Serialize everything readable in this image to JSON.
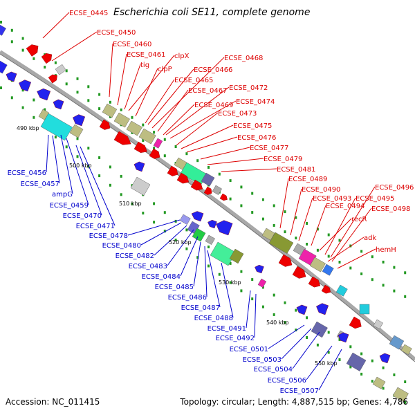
{
  "title": "Escherichia coli SE11, complete genome",
  "footer": {
    "accession": "Accession: NC_011415",
    "summary": "Topology: circular; Length: 4,887,515 bp; Genes: 4,786"
  },
  "colors": {
    "forward_label": "#dd0000",
    "reverse_label": "#0000cc",
    "backbone": "#a8a8a8",
    "tick": "#229922",
    "scale_text": "#000000"
  },
  "scale_ticks": [
    "490 kbp",
    "500 kbp",
    "510 kbp",
    "520 kbp",
    "530 kbp",
    "540 kbp",
    "550 kbp"
  ],
  "forward_labels": [
    "ECSE_0445",
    "ECSE_0450",
    "ECSE_0460",
    "ECSE_0461",
    "clpX",
    "tig",
    "clpP",
    "ECSE_0468",
    "ECSE_0466",
    "ECSE_0465",
    "ECSE_0467",
    "ECSE_0472",
    "ECSE_0474",
    "ECSE_0469",
    "ECSE_0473",
    "ECSE_0475",
    "ECSE_0476",
    "ECSE_0477",
    "ECSE_0479",
    "ECSE_0481",
    "ECSE_0489",
    "ECSE_0490",
    "ECSE_0496",
    "ECSE_0493",
    "ECSE_0495",
    "ECSE_0494",
    "ECSE_0498",
    "recR",
    "adk",
    "hemH"
  ],
  "reverse_labels": [
    "ECSE_0456",
    "ECSE_0457",
    "ampG",
    "ECSE_0459",
    "ECSE_0470",
    "ECSE_0471",
    "ECSE_0478",
    "ECSE_0480",
    "ECSE_0482",
    "ECSE_0483",
    "ECSE_0484",
    "ECSE_0485",
    "ECSE_0486",
    "ECSE_0487",
    "ECSE_0488",
    "ECSE_0491",
    "ECSE_0492",
    "ECSE_0501",
    "ECSE_0503",
    "ECSE_0504",
    "ECSE_0506",
    "ECSE_0507"
  ]
}
